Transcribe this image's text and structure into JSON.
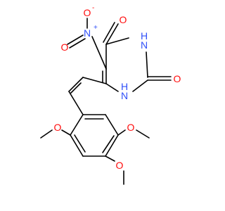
{
  "molecule": {
    "atoms": {
      "nitro_n": "N",
      "nitro_n_charge": "+",
      "nitro_o1": "O",
      "nitro_o1_charge": "-",
      "nitro_o2": "O",
      "carbonyl_o4": "O",
      "carbonyl_o2": "O",
      "ring_n3": "N",
      "ring_n3_h": "H",
      "ring_n1": "N",
      "ring_n1_h": "H",
      "methoxy_o_2pos": "O",
      "methoxy_o_5pos": "O",
      "methoxy_o_4pos": "O"
    },
    "colors": {
      "oxygen": "#ff0d0d",
      "nitrogen": "#3050f8",
      "bond": "#000000"
    }
  }
}
